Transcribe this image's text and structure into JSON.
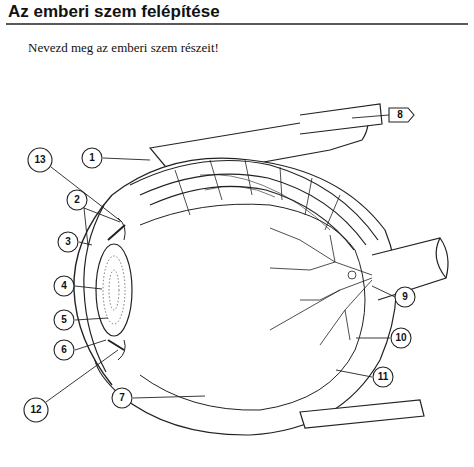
{
  "diagram": {
    "title": "Az emberi szem felépítése",
    "labels": [
      "Nevezd meg az emberi szem részeit!",
      "1",
      "2",
      "3",
      "4",
      "5",
      "6",
      "7",
      "8",
      "9",
      "10",
      "11",
      "12",
      "13"
    ]
  }
}
